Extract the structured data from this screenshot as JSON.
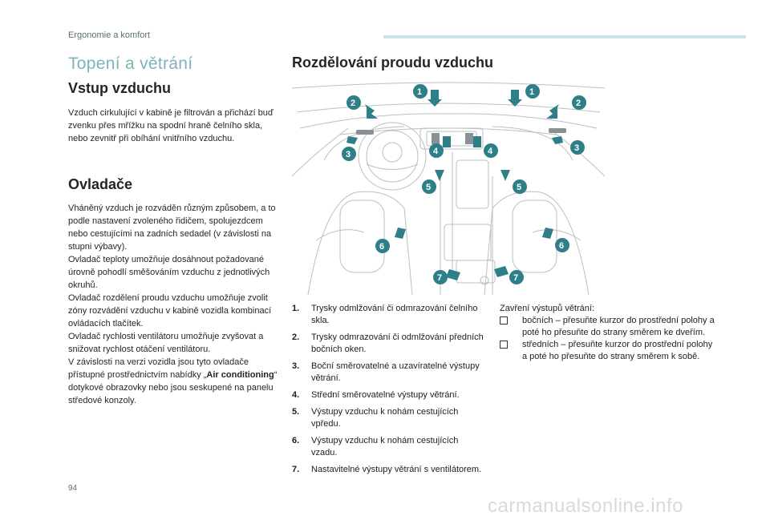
{
  "header": {
    "section": "Ergonomie a komfort"
  },
  "page_title": "Topení a větrání",
  "intake": {
    "title": "Vstup vzduchu",
    "text": "Vzduch cirkulující v kabině je filtrován a přichází buď zvenku přes mřížku na spodní hraně čelního skla, nebo zevnitř při obíhání vnitřního vzduchu."
  },
  "controls": {
    "title": "Ovladače",
    "text_before": "Vháněný vzduch je rozváděn různým způsobem, a to podle nastavení zvoleného řidičem, spolujezdcem nebo cestujícími na zadních sedadel (v závislosti na stupni výbavy).\nOvladač teploty umožňuje dosáhnout požadované úrovně pohodlí směšováním vzduchu z jednotlivých okruhů.\nOvladač rozdělení proudu vzduchu umožňuje zvolit zóny rozvádění vzduchu v kabině vozidla kombinací ovládacích tlačítek.\nOvladač rychlosti ventilátoru umožňuje zvyšovat a snižovat rychlost otáčení ventilátoru.\nV závislosti na verzi vozidla jsou tyto ovladače přístupné prostřednictvím nabídky „",
    "menu_name": "Air conditioning",
    "text_after": "“ dotykové obrazovky nebo jsou seskupené na panelu středové konzoly."
  },
  "distribution": {
    "title": "Rozdělování proudu vzduchu",
    "legend": [
      {
        "num": "1.",
        "text": "Trysky odmlžování či odmrazování čelního skla."
      },
      {
        "num": "2.",
        "text": "Trysky odmrazování či odmlžování předních bočních oken."
      },
      {
        "num": "3.",
        "text": "Boční směrovatelné a uzavíratelné výstupy větrání."
      },
      {
        "num": "4.",
        "text": "Střední směrovatelné výstupy větrání."
      },
      {
        "num": "5.",
        "text": "Výstupy vzduchu k nohám cestujících vpředu."
      },
      {
        "num": "6.",
        "text": "Výstupy vzduchu k nohám cestujících vzadu."
      },
      {
        "num": "7.",
        "text": "Nastavitelné výstupy větrání s ventilátorem."
      }
    ],
    "closing_title": "Zavření výstupů větrání:",
    "closing_items": [
      "bočních – přesuňte kurzor do prostřední polohy a poté ho přesuňte do strany směrem ke dveřím.",
      "středních – přesuňte kurzor do prostřední polohy a poté ho přesuňte do strany směrem k sobě."
    ],
    "badges": [
      "1",
      "1",
      "2",
      "2",
      "3",
      "3",
      "4",
      "4",
      "5",
      "5",
      "6",
      "6",
      "7",
      "7"
    ]
  },
  "footer": {
    "page_number": "94",
    "watermark": "carmanualsonline.info"
  },
  "colors": {
    "accent": "#2e7f88",
    "title": "#7fb3b8",
    "rule": "#c9e3e6"
  }
}
